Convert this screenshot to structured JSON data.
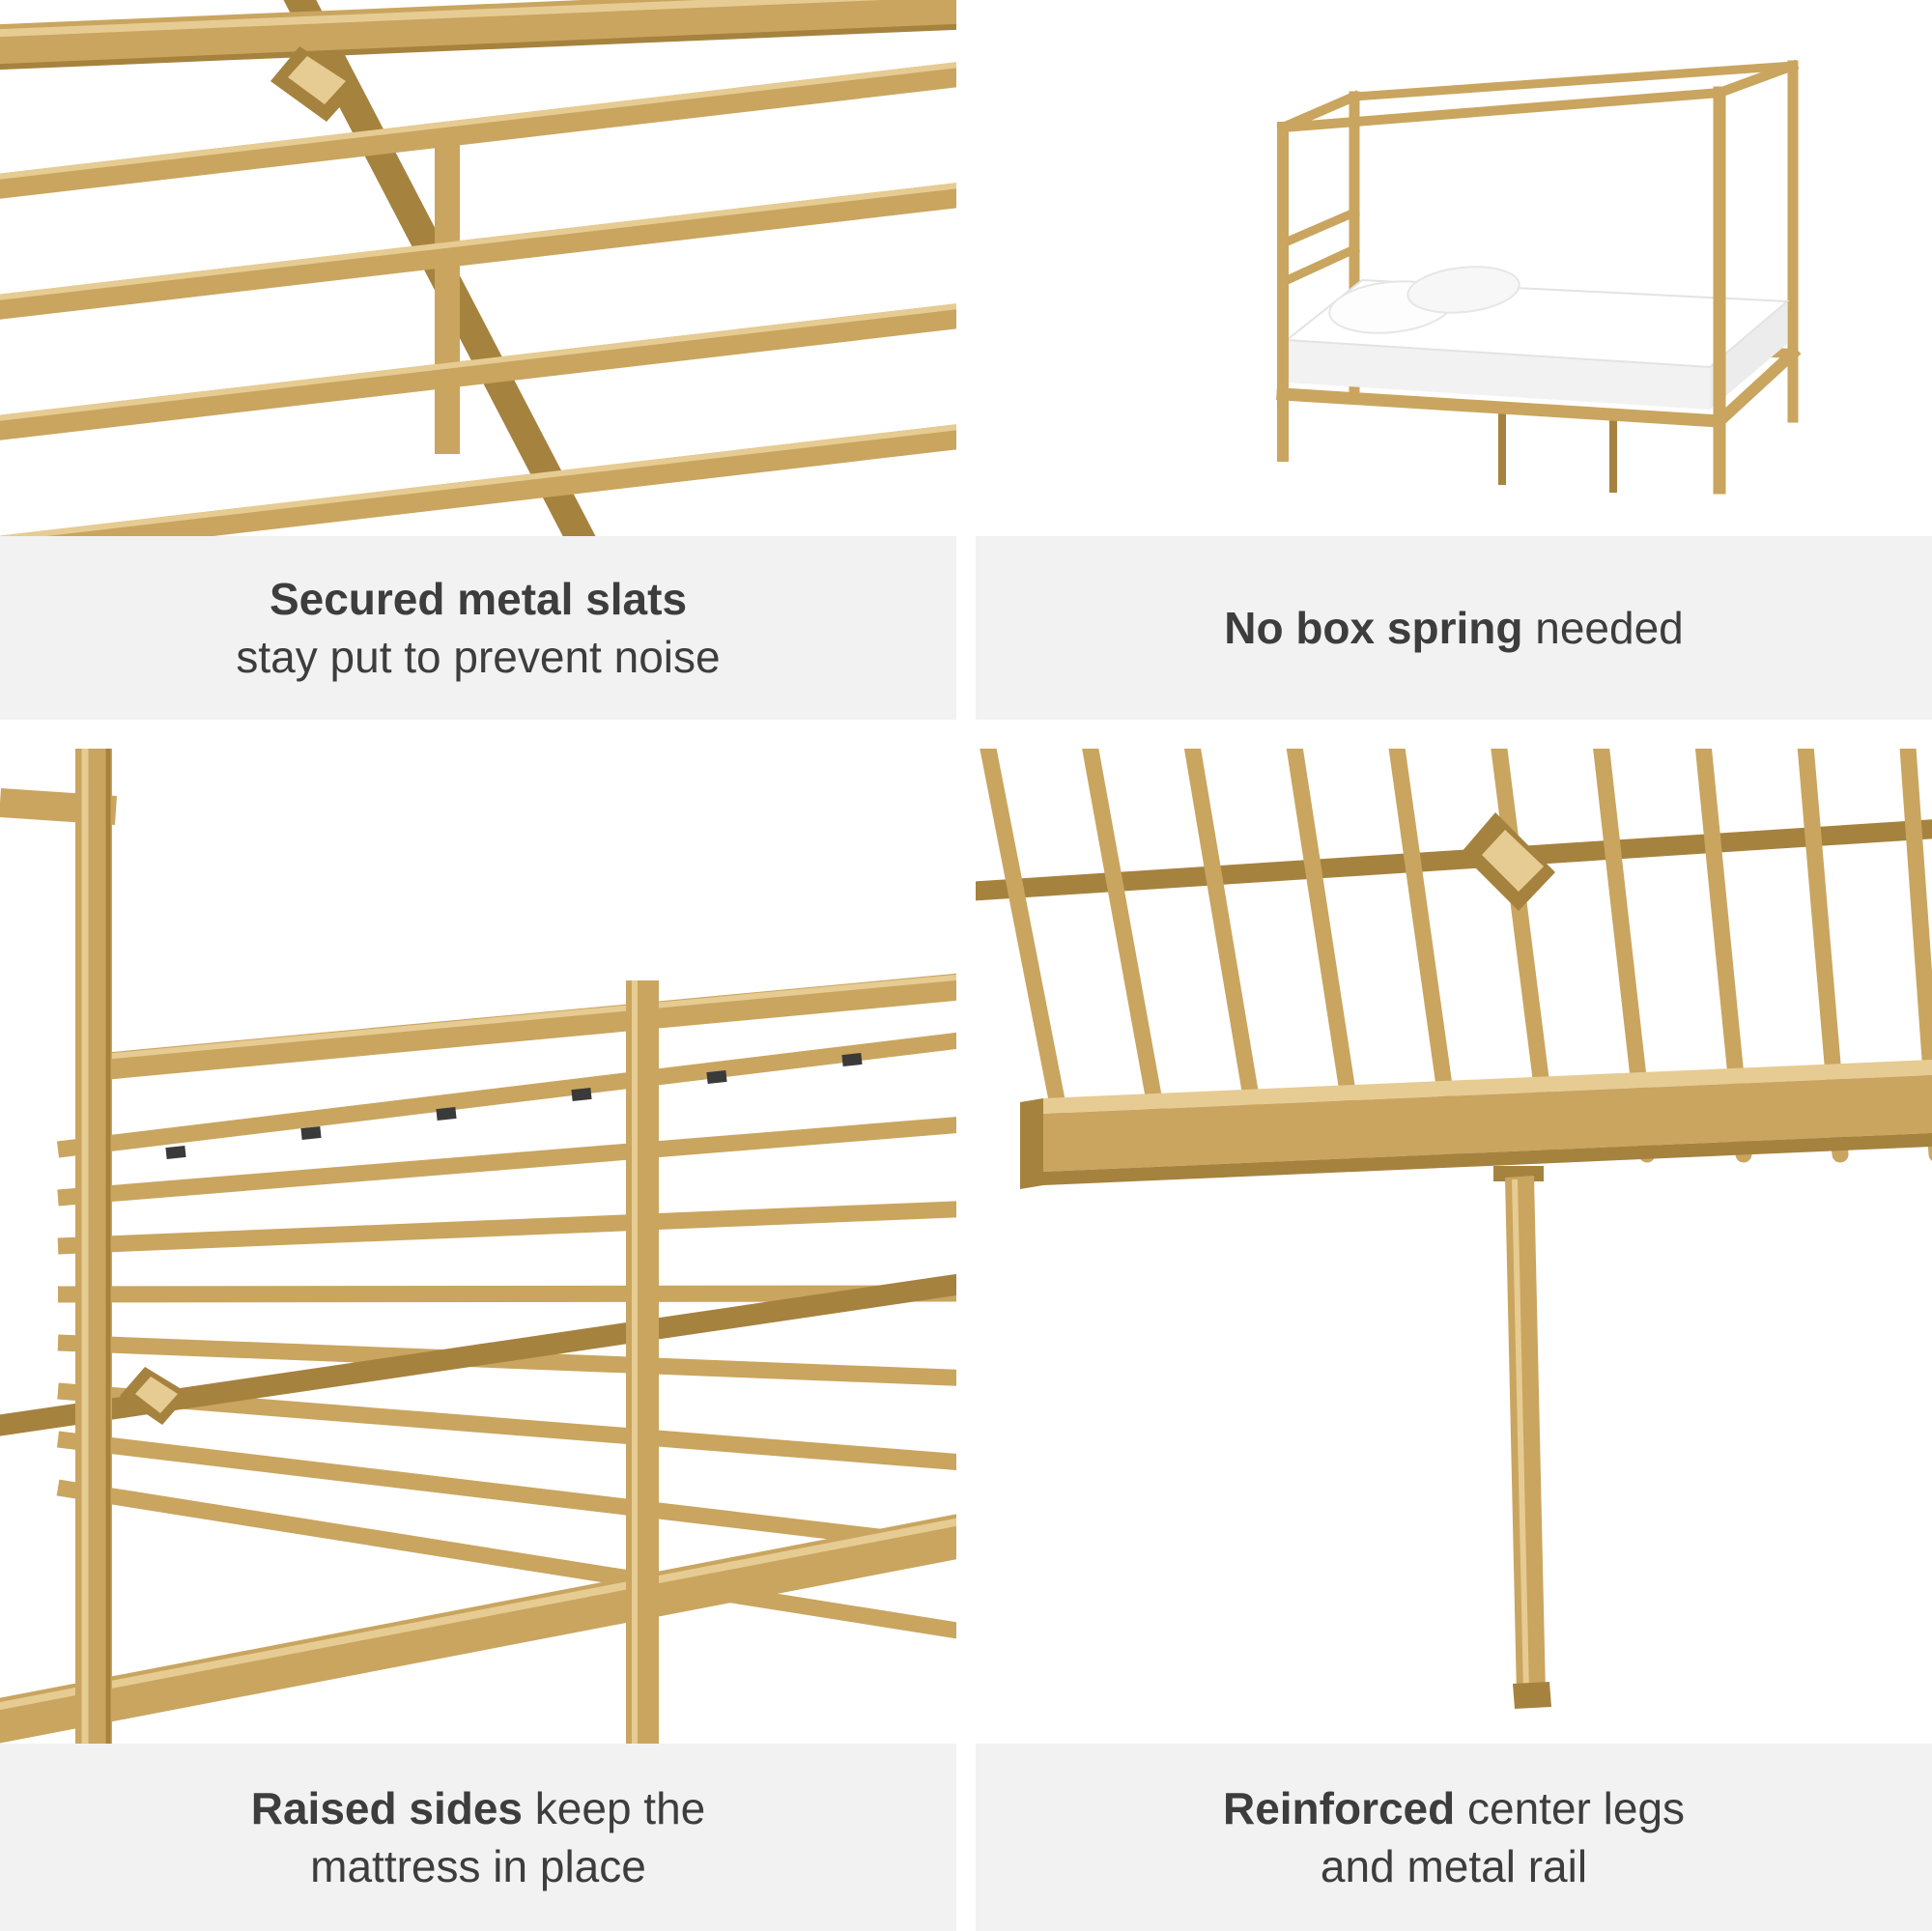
{
  "colors": {
    "gold": "#c9a55f",
    "gold_dark": "#a6823f",
    "gold_light": "#e6cc92",
    "caption_bg": "#f2f2f2",
    "text": "#3d3d3d",
    "image_bg": "#ffffff",
    "clip_dark": "#3a3a3a",
    "mattress": "#ffffff",
    "mattress_shade": "#ececec"
  },
  "panels": [
    {
      "id": "secured-slats",
      "image_alt": "Close-up of gold secured metal slats with fastening clip",
      "lines": [
        {
          "bold": "Secured metal slats",
          "rest": ""
        },
        {
          "bold": "",
          "rest": "stay put to prevent noise"
        }
      ]
    },
    {
      "id": "no-box-spring",
      "image_alt": "Gold metal canopy bed with white mattress and pillows",
      "lines": [
        {
          "bold": "No box spring",
          "rest": " needed"
        }
      ]
    },
    {
      "id": "raised-sides",
      "image_alt": "Bed frame corner showing raised side rails holding slats",
      "lines": [
        {
          "bold": "Raised sides",
          "rest": " keep the"
        },
        {
          "bold": "",
          "rest": "mattress in place"
        }
      ]
    },
    {
      "id": "reinforced",
      "image_alt": "Side rail with reinforced center leg and metal rail",
      "lines": [
        {
          "bold": "Reinforced",
          "rest": " center legs"
        },
        {
          "bold": "",
          "rest": "and metal rail"
        }
      ]
    }
  ]
}
